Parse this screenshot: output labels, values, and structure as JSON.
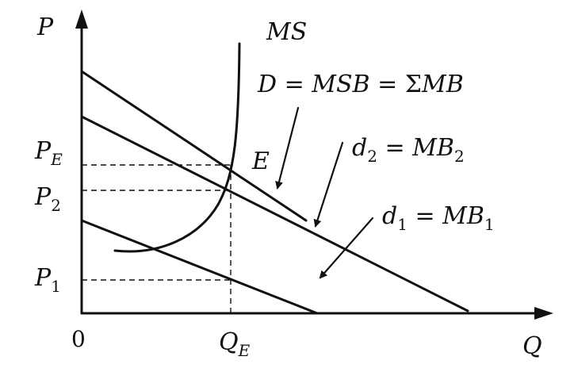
{
  "axes": {
    "y_label": "P",
    "x_label": "Q",
    "origin": "0"
  },
  "price_ticks": {
    "pe": {
      "base": "P",
      "sub": "E"
    },
    "p2": {
      "base": "P",
      "sub": "2"
    },
    "p1": {
      "base": "P",
      "sub": "1"
    }
  },
  "quantity_ticks": {
    "qe": {
      "base": "Q",
      "sub": "E"
    }
  },
  "curve_labels": {
    "ms": "MS",
    "d_eq": {
      "lhs": "D = MSB = ",
      "sigma": "Σ",
      "rhs": "MB"
    },
    "e": "E",
    "d2": {
      "a": "d",
      "a_sub": "2",
      "mid": " = MB",
      "b_sub": "2"
    },
    "d1": {
      "a": "d",
      "a_sub": "1",
      "mid": " = MB",
      "b_sub": "1"
    }
  }
}
